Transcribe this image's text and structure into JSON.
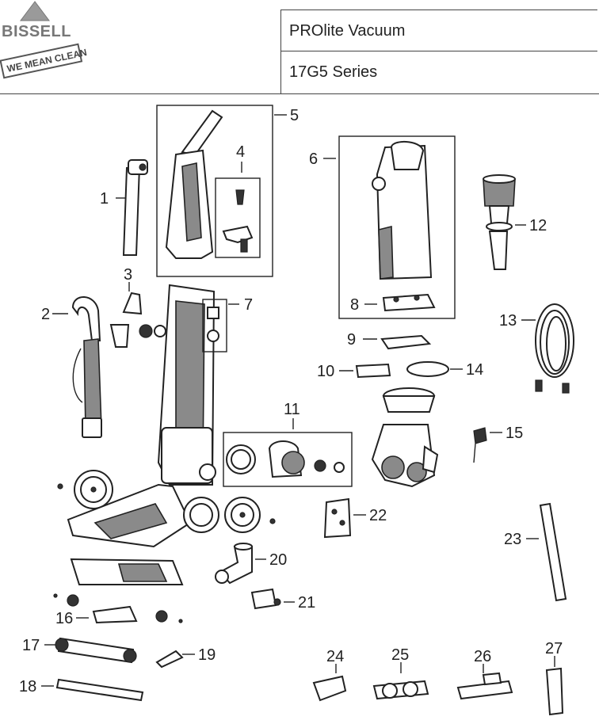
{
  "brand": {
    "name": "BISSELL",
    "tagline": "WE MEAN CLEAN"
  },
  "header": {
    "product_name": "PROlite Vacuum",
    "series": "17G5 Series"
  },
  "callouts": [
    "1",
    "2",
    "3",
    "4",
    "5",
    "6",
    "7",
    "8",
    "9",
    "10",
    "11",
    "12",
    "13",
    "14",
    "15",
    "16",
    "17",
    "18",
    "19",
    "20",
    "21",
    "22",
    "23",
    "24",
    "25",
    "26",
    "27"
  ]
}
